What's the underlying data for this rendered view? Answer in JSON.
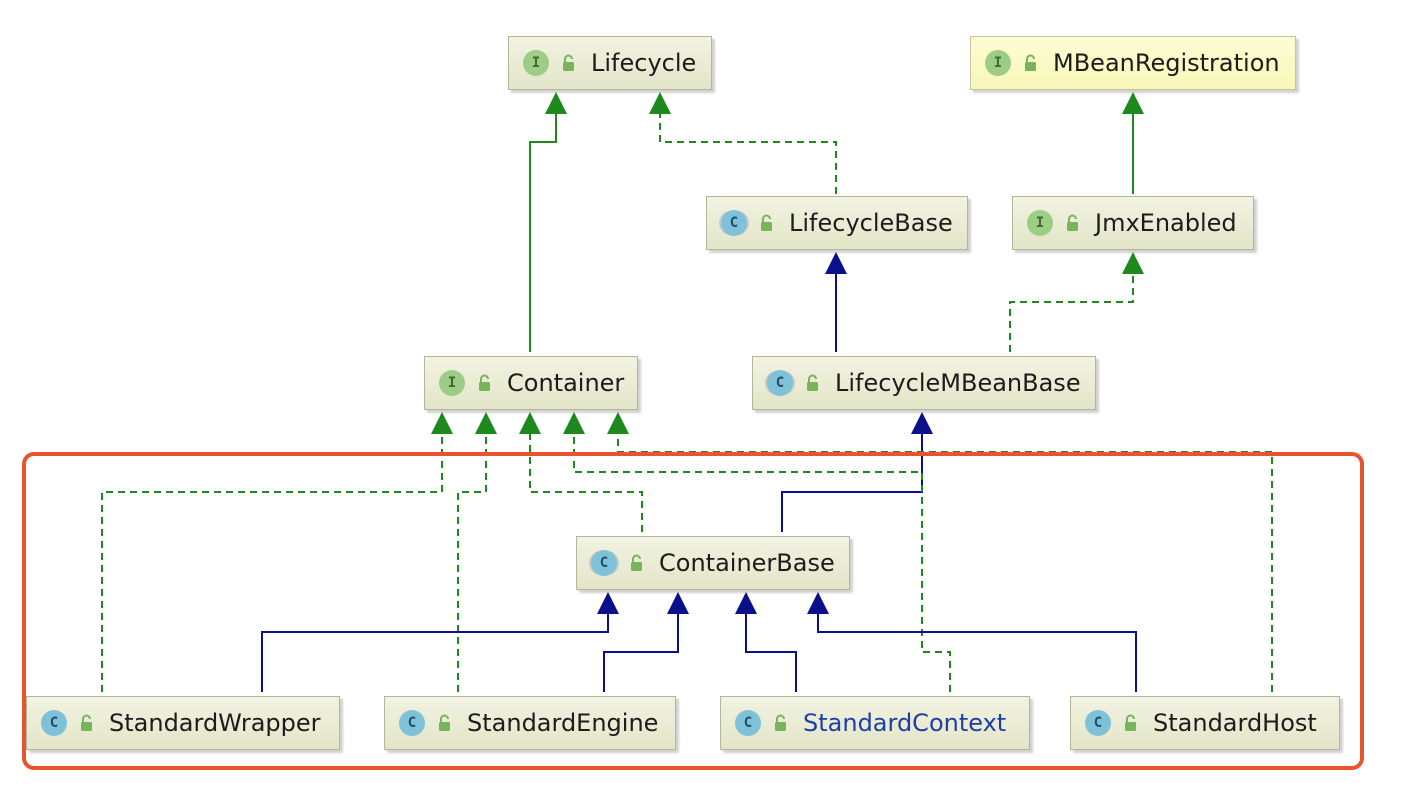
{
  "nodes": {
    "lifecycle": {
      "label": "Lifecycle",
      "kind": "I"
    },
    "mbean_registration": {
      "label": "MBeanRegistration",
      "kind": "I"
    },
    "lifecycle_base": {
      "label": "LifecycleBase",
      "kind": "C"
    },
    "jmx_enabled": {
      "label": "JmxEnabled",
      "kind": "I"
    },
    "container": {
      "label": "Container",
      "kind": "I"
    },
    "lifecycle_mbean_base": {
      "label": "LifecycleMBeanBase",
      "kind": "C"
    },
    "container_base": {
      "label": "ContainerBase",
      "kind": "C"
    },
    "standard_wrapper": {
      "label": "StandardWrapper",
      "kind": "C"
    },
    "standard_engine": {
      "label": "StandardEngine",
      "kind": "C"
    },
    "standard_context": {
      "label": "StandardContext",
      "kind": "C"
    },
    "standard_host": {
      "label": "StandardHost",
      "kind": "C"
    }
  },
  "colors": {
    "implements_edge": "#1e8a1e",
    "extends_edge": "#0b0f8a",
    "selection_frame": "#e8542e",
    "highlight_text": "#1f3fa6",
    "node_fill": "#eceed4",
    "highlight_node_fill": "#fbfbc8"
  }
}
